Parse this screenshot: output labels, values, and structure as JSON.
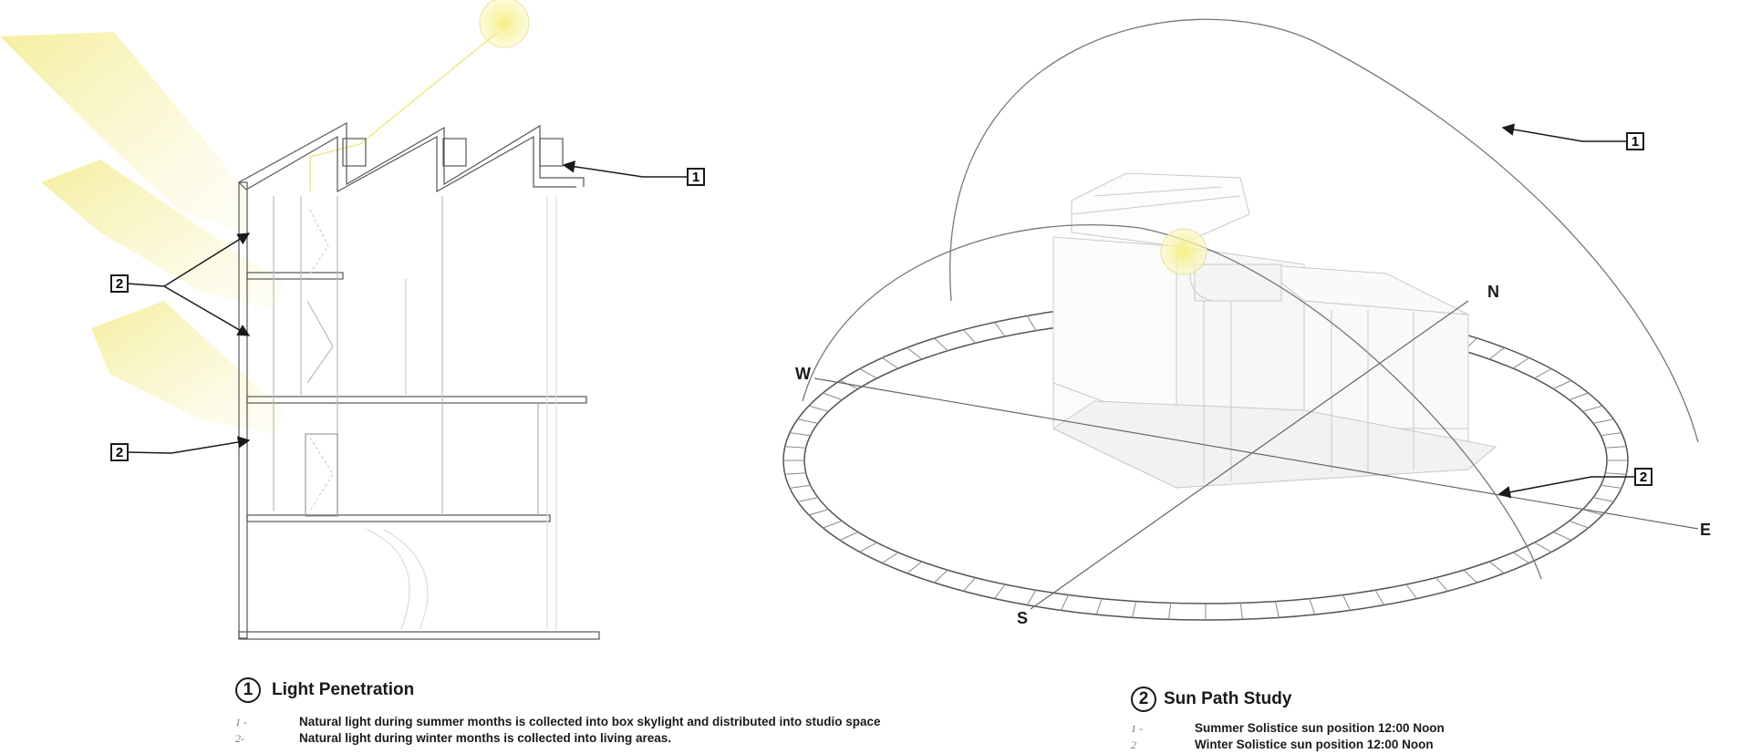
{
  "section_drawing": {
    "tags": [
      {
        "id": "section-tag-1",
        "label": "1"
      },
      {
        "id": "section-tag-2a",
        "label": "2"
      },
      {
        "id": "section-tag-2b",
        "label": "2"
      }
    ]
  },
  "sun_path_drawing": {
    "tags": [
      {
        "id": "sunpath-tag-1",
        "label": "1"
      },
      {
        "id": "sunpath-tag-2",
        "label": "2"
      }
    ],
    "directions": {
      "north": "N",
      "south": "S",
      "east": "E",
      "west": "W"
    }
  },
  "legend_light": {
    "number": "1",
    "title": "Light Penetration",
    "items": [
      {
        "index": "1 -",
        "text": "Natural light during summer months is collected into box skylight and distributed into studio space"
      },
      {
        "index": "2-",
        "text": "Natural light during winter months is collected into living areas."
      }
    ]
  },
  "legend_sun": {
    "number": "2",
    "title": "Sun Path Study",
    "items": [
      {
        "index": "1 -",
        "text": "Summer Solistice sun position 12:00 Noon"
      },
      {
        "index": "2",
        "text": "Winter Solistice sun position 12:00 Noon"
      }
    ]
  },
  "colors": {
    "sunlight": "#f5ef9a",
    "sun": "#f7f08a",
    "line": "#1a1a1a",
    "thin_line": "#9a9a9a"
  }
}
